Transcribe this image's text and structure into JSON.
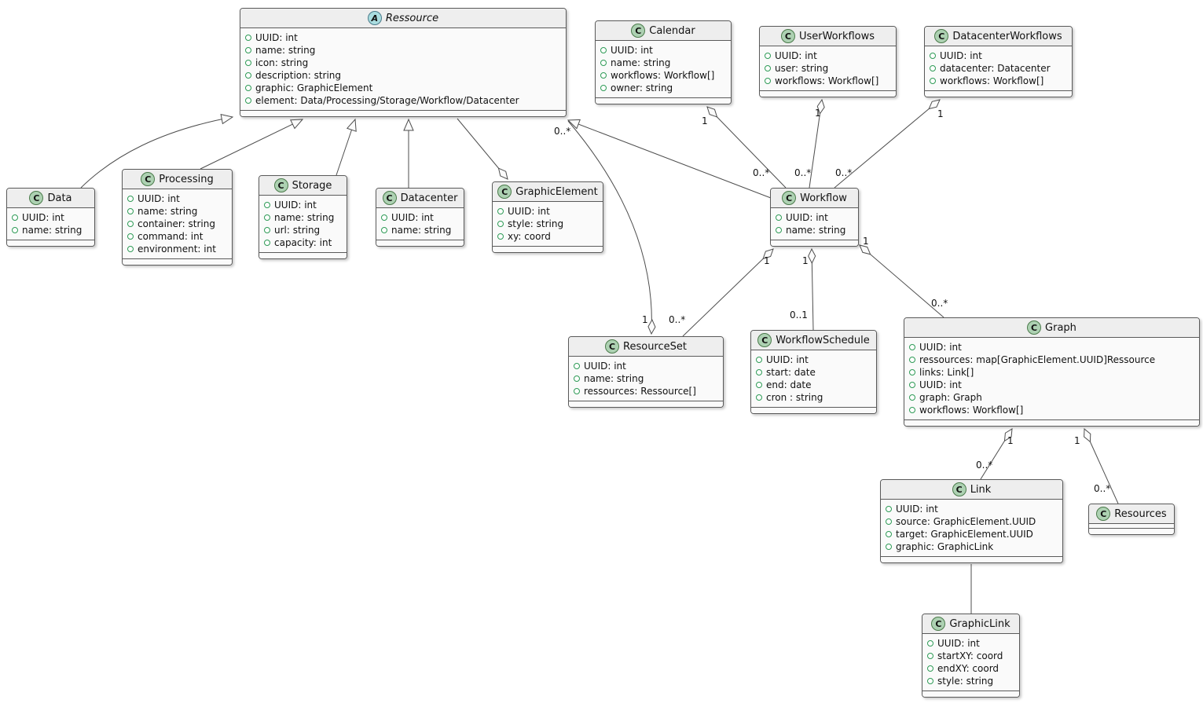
{
  "icons": {
    "class_letter": "C",
    "abstract_letter": "A"
  },
  "colors": {
    "class_icon_bg": "#ADD1B2",
    "abstract_icon_bg": "#A9DCDF",
    "field_bullet": "#2E9B56",
    "box_header_bg": "#EEEEEE",
    "box_body_bg": "#FAFAFA",
    "box_border": "#5A5A5A",
    "line_color": "#4E4E4E"
  },
  "classes": {
    "ressource": {
      "name": "Ressource",
      "attributes": [
        "UUID: int",
        "name: string",
        "icon: string",
        "description: string",
        "graphic: GraphicElement",
        "element: Data/Processing/Storage/Workflow/Datacenter"
      ]
    },
    "calendar": {
      "name": "Calendar",
      "attributes": [
        "UUID: int",
        "name: string",
        "workflows: Workflow[]",
        "owner: string"
      ]
    },
    "userworkflows": {
      "name": "UserWorkflows",
      "attributes": [
        "UUID: int",
        "user: string",
        "workflows: Workflow[]"
      ]
    },
    "datacenterworkflows": {
      "name": "DatacenterWorkflows",
      "attributes": [
        "UUID: int",
        "datacenter: Datacenter",
        "workflows: Workflow[]"
      ]
    },
    "data": {
      "name": "Data",
      "attributes": [
        "UUID: int",
        "name: string"
      ]
    },
    "processing": {
      "name": "Processing",
      "attributes": [
        "UUID: int",
        "name: string",
        "container: string",
        "command: int",
        "environment: int"
      ]
    },
    "storage": {
      "name": "Storage",
      "attributes": [
        "UUID: int",
        "name: string",
        "url: string",
        "capacity: int"
      ]
    },
    "datacenter": {
      "name": "Datacenter",
      "attributes": [
        "UUID: int",
        "name: string"
      ]
    },
    "graphicelement": {
      "name": "GraphicElement",
      "attributes": [
        "UUID: int",
        "style: string",
        "xy: coord"
      ]
    },
    "workflow": {
      "name": "Workflow",
      "attributes": [
        "UUID: int",
        "name: string"
      ]
    },
    "resourceset": {
      "name": "ResourceSet",
      "attributes": [
        "UUID: int",
        "name: string",
        "ressources: Ressource[]"
      ]
    },
    "workflowschedule": {
      "name": "WorkflowSchedule",
      "attributes": [
        "UUID: int",
        "start: date",
        "end: date",
        "cron : string"
      ]
    },
    "graph": {
      "name": "Graph",
      "attributes": [
        "UUID: int",
        "ressources: map[GraphicElement.UUID]Ressource",
        "links: Link[]",
        "UUID: int",
        "graph: Graph",
        "workflows: Workflow[]"
      ]
    },
    "link": {
      "name": "Link",
      "attributes": [
        "UUID: int",
        "source: GraphicElement.UUID",
        "target: GraphicElement.UUID",
        "graphic: GraphicLink"
      ]
    },
    "resources": {
      "name": "Resources",
      "attributes": []
    },
    "graphiclink": {
      "name": "GraphicLink",
      "attributes": [
        "UUID: int",
        "startXY: coord",
        "endXY: coord",
        "style: string"
      ]
    }
  },
  "multiplicities": {
    "resourceset_ressource": {
      "resourceset_end": "1",
      "ressource_end": "0..*"
    },
    "calendar_workflow": {
      "calendar_end": "1",
      "workflow_end": "0..*"
    },
    "userworkflows_workflow": {
      "userworkflows_end": "1",
      "workflow_end": "0..*"
    },
    "datacenterworkflows_workflow": {
      "datacenterworkflows_end": "1",
      "workflow_end": "0..*"
    },
    "workflow_resourceset": {
      "workflow_end": "1",
      "resourceset_end": "0..*"
    },
    "workflow_workflowschedule": {
      "workflow_end": "1",
      "workflowschedule_end": "0..1"
    },
    "workflow_graph": {
      "workflow_end": "1",
      "graph_end": "0..*"
    },
    "graph_link": {
      "graph_end": "1",
      "link_end": "0..*"
    },
    "graph_resources": {
      "graph_end": "1",
      "resources_end": "0..*"
    }
  }
}
